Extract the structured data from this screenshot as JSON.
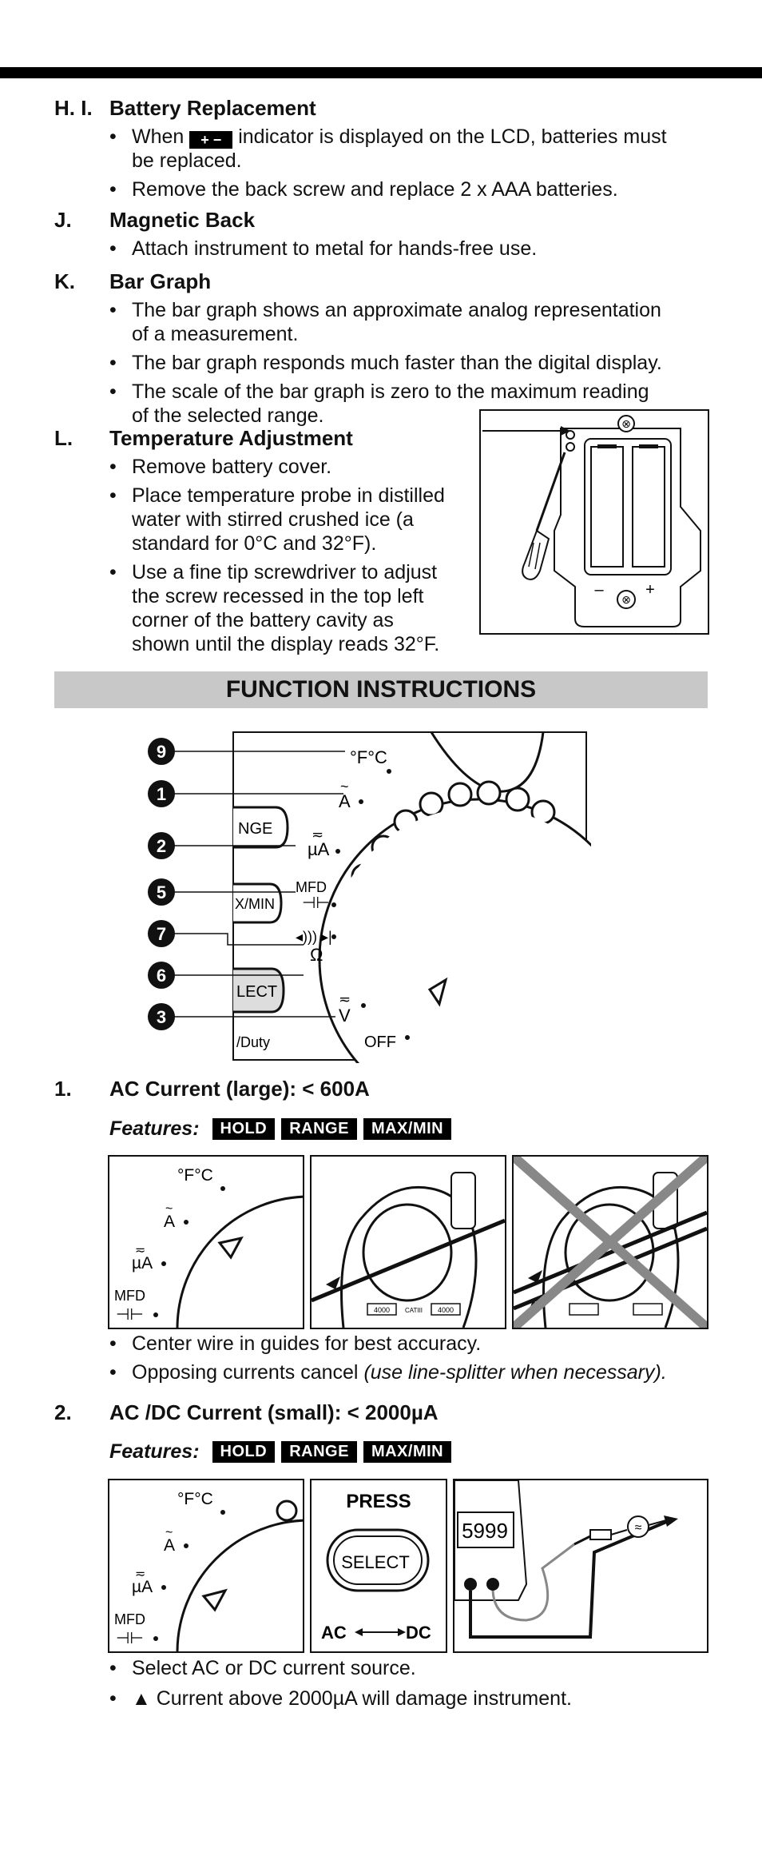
{
  "sections": {
    "h": {
      "label": "H. I.",
      "title": "Battery Replacement",
      "b1_pre": "When",
      "b1_post": "indicator is displayed on the LCD, batteries must be replaced.",
      "b2": "Remove the back screw and replace 2 x AAA batteries."
    },
    "j": {
      "label": "J.",
      "title": "Magnetic Back",
      "b1": "Attach instrument to metal for hands-free use."
    },
    "k": {
      "label": "K.",
      "title": "Bar Graph",
      "b1": "The bar graph shows an approximate analog representation of a measurement.",
      "b2": "The bar graph responds much faster than the digital display.",
      "b3": "The scale of the bar graph is zero to the maximum reading of the selected range."
    },
    "l": {
      "label": "L.",
      "title": "Temperature Adjustment",
      "b1": "Remove battery cover.",
      "b2": "Place temperature probe in distilled water with stirred crushed ice (a standard for 0°C and 32°F).",
      "b3": "Use a fine tip screwdriver to adjust the screw recessed in the top left corner of the battery cavity as shown until the display reads 32°F."
    }
  },
  "battery_diagram": {
    "minus": "–",
    "plus": "+"
  },
  "function_heading": "FUNCTION INSTRUCTIONS",
  "dial": {
    "callouts": [
      "9",
      "1",
      "2",
      "5",
      "7",
      "6",
      "3"
    ],
    "labels": {
      "temp": "°F°C",
      "a": "A",
      "ua": "µA",
      "mfd": "MFD",
      "cap": "⊣⊢",
      "ohm": "Ω",
      "v": "V",
      "off": "OFF",
      "range_btn": "NGE",
      "maxmin_btn": "X/MIN",
      "select_btn": "LECT",
      "duty": "/Duty"
    }
  },
  "item1": {
    "label": "1.",
    "title": "AC Current (large): < 600A",
    "features_label": "Features:",
    "features": [
      "HOLD",
      "RANGE",
      "MAX/MIN"
    ],
    "b1": "Center wire in guides for best accuracy.",
    "b2_pre": "Opposing currents cancel ",
    "b2_em": "(use line-splitter when necessary).",
    "dial": {
      "temp": "°F°C",
      "a": "A",
      "ua": "µA",
      "mfd": "MFD",
      "cap": "⊣⊢"
    },
    "clamp_labels": [
      "4000",
      "CATIII",
      "4000"
    ]
  },
  "item2": {
    "label": "2.",
    "title": "AC /DC Current (small): < 2000µA",
    "features_label": "Features:",
    "features": [
      "HOLD",
      "RANGE",
      "MAX/MIN"
    ],
    "press": "PRESS",
    "select": "SELECT",
    "ac": "AC",
    "dc": "DC",
    "lcd": "5999",
    "b1": "Select AC or DC current source.",
    "b2": "Current above 2000µA will damage instrument.",
    "dial": {
      "temp": "°F°C",
      "a": "A",
      "ua": "µA",
      "mfd": "MFD",
      "cap": "⊣⊢"
    }
  }
}
